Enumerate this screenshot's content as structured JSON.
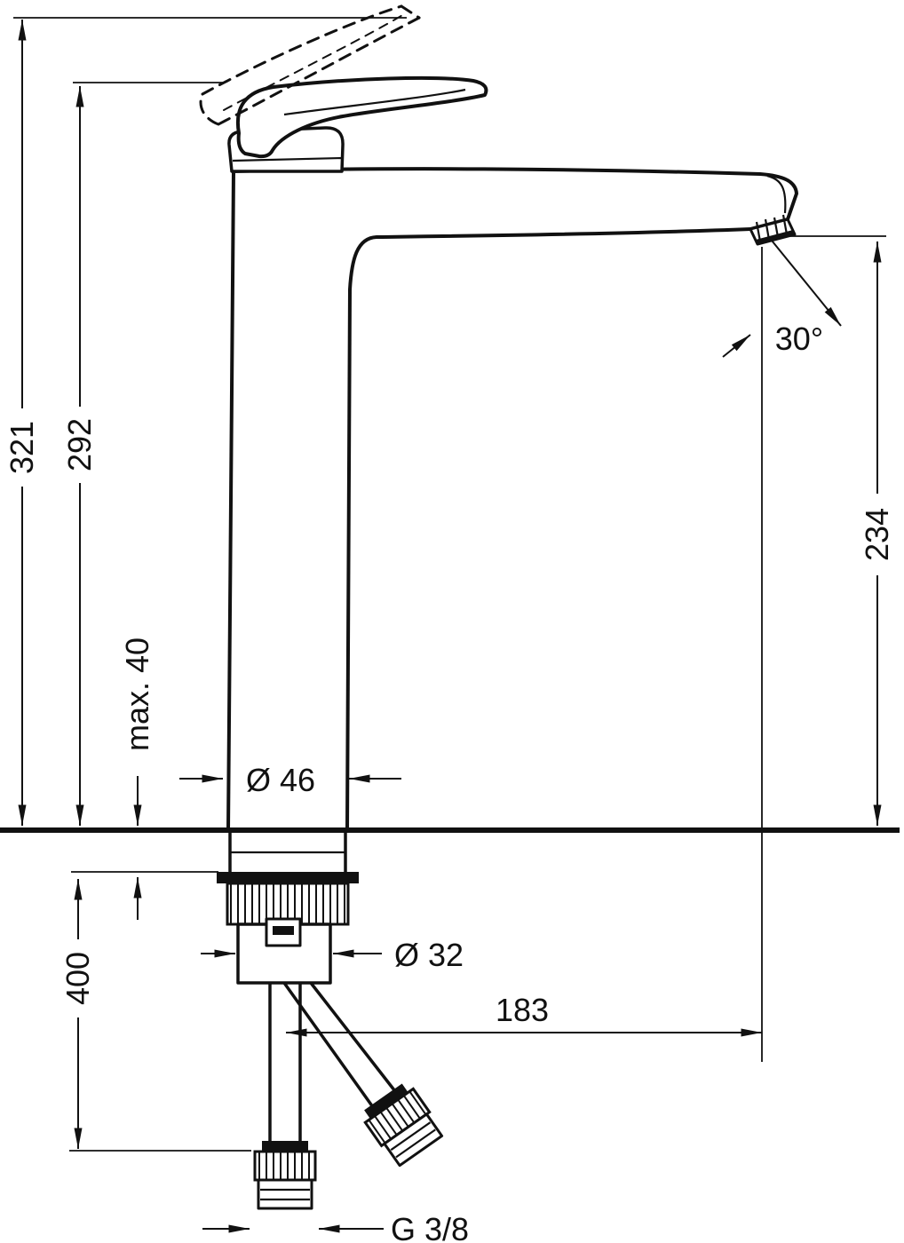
{
  "page": {
    "background": "#ffffff",
    "ink": "#111111"
  },
  "drawing": {
    "type": "technical-dimension-drawing",
    "subject": "single-lever tall basin mixer, side elevation",
    "dimensions": {
      "total_height": "321",
      "height_to_spout_top": "292",
      "max_mounting_thickness": "max. 40",
      "body_diameter": "Ø 46",
      "outlet_height": "234",
      "spray_angle": "30°",
      "hose_length": "400",
      "shank_diameter": "Ø 32",
      "spout_reach": "183",
      "connection_thread": "G 3/8"
    }
  }
}
